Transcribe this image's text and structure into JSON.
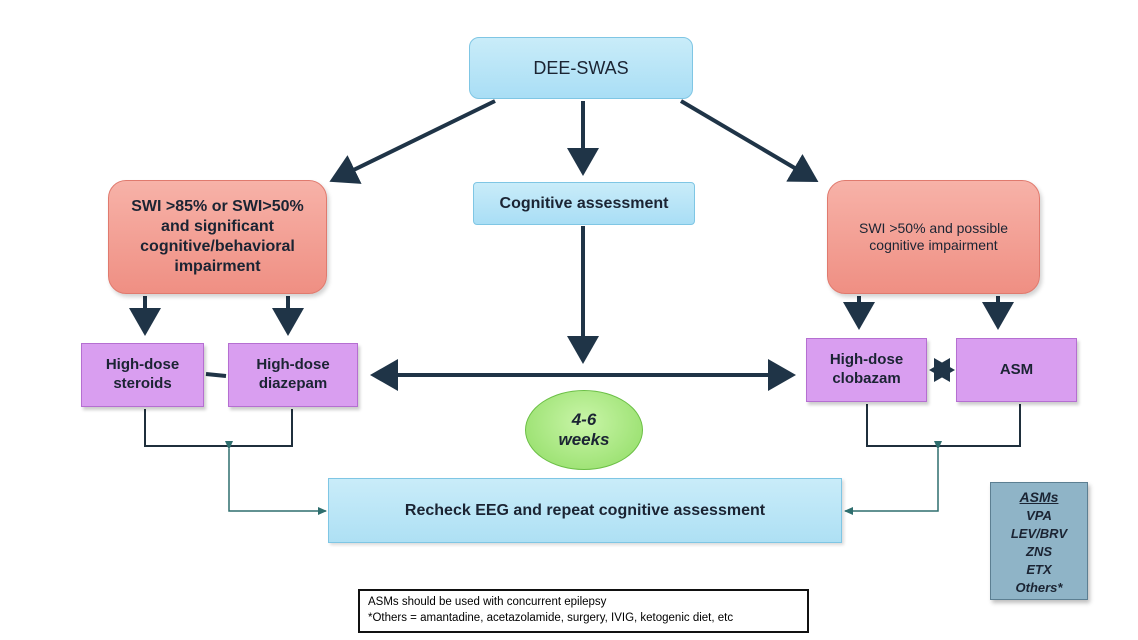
{
  "diagram": {
    "top": "DEE-SWAS",
    "cognitive": "Cognitive assessment",
    "left_criteria": "SWI >85% or SWI>50% and significant cognitive/behavioral impairment",
    "right_criteria": "SWI >50% and possible cognitive impairment",
    "steroids": "High-dose steroids",
    "diazepam": "High-dose diazepam",
    "clobazam": "High-dose clobazam",
    "asm": "ASM",
    "weeks_line1": "4-6",
    "weeks_line2": "weeks",
    "recheck": "Recheck EEG and repeat cognitive assessment"
  },
  "asms_panel": {
    "title": "ASMs",
    "items": [
      "VPA",
      "LEV/BRV",
      "ZNS",
      "ETX",
      "Others*"
    ]
  },
  "footnote": {
    "line1": "ASMs should be used with concurrent epilepsy",
    "line2": "*Others = amantadine, acetazolamide, surgery, IVIG, ketogenic diet, etc"
  },
  "colors": {
    "blue_box": "#b8e4f7",
    "red_box": "#f29d92",
    "purple_box": "#d99ef0",
    "green_oval": "#a6e67e",
    "arrow": "#1f3447",
    "feedback_line": "#2e6e6e"
  }
}
